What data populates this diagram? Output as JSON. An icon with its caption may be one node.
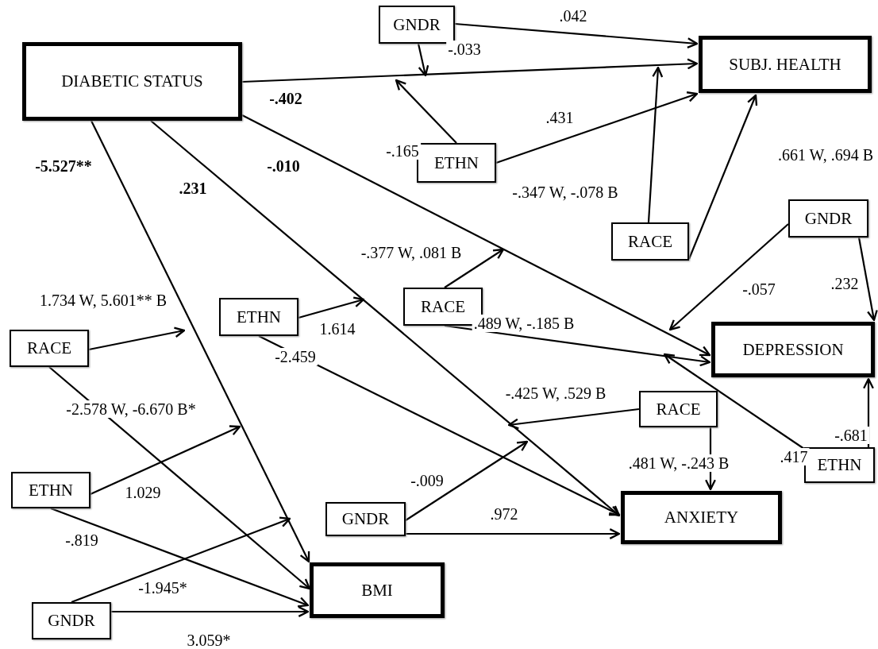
{
  "diagram": {
    "nodes": [
      {
        "text": [
          "DIABETIC STATUS"
        ]
      },
      {
        "text": [
          "GNDR"
        ]
      },
      {
        "text": [
          "SUBJ. HEALTH"
        ]
      },
      {
        "text": [
          "ETHN"
        ]
      },
      {
        "text": [
          "RACE"
        ]
      },
      {
        "text": [
          "GNDR"
        ]
      },
      {
        "text": [
          "RACE"
        ]
      },
      {
        "text": [
          "DEPRESSION"
        ]
      },
      {
        "text": [
          "ETHN"
        ]
      },
      {
        "text": [
          "RACE"
        ]
      },
      {
        "text": [
          "RACE"
        ]
      },
      {
        "text": [
          "ETHN"
        ]
      },
      {
        "text": [
          "ETHN"
        ]
      },
      {
        "text": [
          "GNDR"
        ]
      },
      {
        "text": [
          "ANXIETY"
        ]
      },
      {
        "text": [
          "GNDR"
        ]
      },
      {
        "text": [
          "BMI"
        ]
      }
    ],
    "edges": [
      {
        "from": 0,
        "to": 2,
        "arrow": "to",
        "label": "-.402"
      },
      {
        "from": 1,
        "to": 2,
        "arrow": "to",
        "label": ".042"
      },
      {
        "from": 1,
        "to": null,
        "arrow": "to",
        "label": "-.033"
      },
      {
        "from": 3,
        "to": null,
        "arrow": "to",
        "label": "-.165"
      },
      {
        "from": 3,
        "to": 2,
        "arrow": "to",
        "label": ".431"
      },
      {
        "from": 4,
        "to": null,
        "arrow": "to",
        "label": "-.347 W, -.078 B"
      },
      {
        "from": 4,
        "to": 2,
        "arrow": "to",
        "label": ".661 W, .694 B"
      },
      {
        "from": 0,
        "to": 7,
        "arrow": "to",
        "label": "-.010"
      },
      {
        "from": 0,
        "to": 14,
        "arrow": "to",
        "label": ".231"
      },
      {
        "from": 0,
        "to": 16,
        "arrow": "to",
        "label": "-5.527**"
      },
      {
        "from": 6,
        "to": null,
        "arrow": "to",
        "label": "-.377 W, .081 B"
      },
      {
        "from": 6,
        "to": 7,
        "arrow": "to",
        "label": ".489 W, -.185 B"
      },
      {
        "from": 5,
        "to": null,
        "arrow": "to",
        "label": "-.057"
      },
      {
        "from": 5,
        "to": 7,
        "arrow": "to",
        "label": ".232"
      },
      {
        "from": 8,
        "to": null,
        "arrow": "to",
        "label": "1.614"
      },
      {
        "from": 8,
        "to": 14,
        "arrow": "to",
        "label": "-2.459"
      },
      {
        "from": 9,
        "to": null,
        "arrow": "to",
        "label": "1.734 W, 5.601** B"
      },
      {
        "from": 9,
        "to": 16,
        "arrow": "to",
        "label": "-2.578 W, -6.670 B*"
      },
      {
        "from": 11,
        "to": null,
        "arrow": "to",
        "label": "1.029"
      },
      {
        "from": 11,
        "to": 16,
        "arrow": "to",
        "label": "-.819"
      },
      {
        "from": 15,
        "to": null,
        "arrow": "to",
        "label": "-1.945*"
      },
      {
        "from": 15,
        "to": 16,
        "arrow": "to",
        "label": "3.059*"
      },
      {
        "from": 10,
        "to": null,
        "arrow": "to",
        "label": "-.425 W, .529 B"
      },
      {
        "from": 10,
        "to": 14,
        "arrow": "to",
        "label": ".481 W, -.243 B"
      },
      {
        "from": 13,
        "to": null,
        "arrow": "to",
        "label": "-.009"
      },
      {
        "from": 13,
        "to": 14,
        "arrow": "to",
        "label": ".972"
      },
      {
        "from": 12,
        "to": 7,
        "arrow": "to",
        "label": "-.681"
      },
      {
        "from": 12,
        "to": null,
        "arrow": "to",
        "label": ".417"
      }
    ]
  }
}
